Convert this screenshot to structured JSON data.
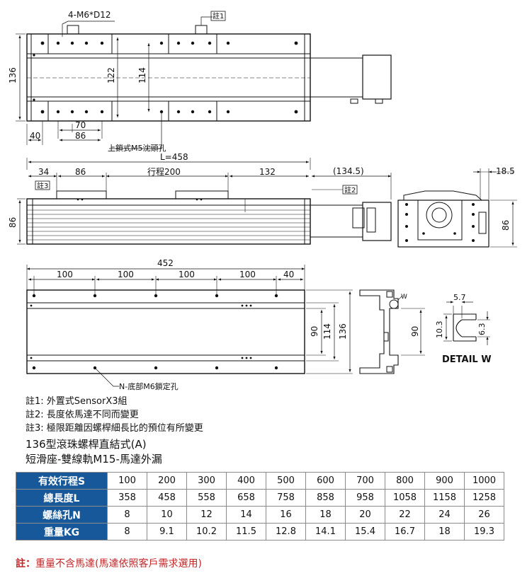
{
  "dims": {
    "top_label_holes": "4-M6*D12",
    "note1_tag": "註1",
    "h136": "136",
    "h122": "122",
    "h114": "114",
    "d70": "70",
    "d86": "86",
    "d40": "40",
    "m5_label": "上鎖式M5沈頭孔",
    "length_label": "L=458",
    "s34": "34",
    "s86": "86",
    "stroke_label": "行程200",
    "s132": "132",
    "s1345": "(134.5)",
    "note3_tag": "註3",
    "note2_tag": "註2",
    "h86_side": "86",
    "e185": "18.5",
    "h86_end": "86",
    "b452": "452",
    "b100a": "100",
    "b100b": "100",
    "b100c": "100",
    "b100d": "100",
    "b40": "40",
    "p90": "90",
    "p114": "114",
    "p136": "136",
    "w90": "90",
    "w_mark": "W",
    "dw57": "5.7",
    "dw103": "10.3",
    "dw63": "6.3",
    "detail_label": "DETAIL W",
    "bottom_hole_label": "N-底部M6鎖定孔"
  },
  "notes": [
    "註1: 外置式SensorX3組",
    "註2: 長度依馬達不同而變更",
    "註3: 極限距離因螺桿細長比的預位有所變更"
  ],
  "title_line1": "136型滾珠螺桿直結式(A)",
  "title_line2": "短滑座-雙線軌M15-馬達外漏",
  "table": {
    "rows": [
      {
        "label": "有效行程S",
        "values": [
          "100",
          "200",
          "300",
          "400",
          "500",
          "600",
          "700",
          "800",
          "900",
          "1000"
        ]
      },
      {
        "label": "總長度L",
        "values": [
          "358",
          "458",
          "558",
          "658",
          "758",
          "858",
          "958",
          "1058",
          "1158",
          "1258"
        ]
      },
      {
        "label": "螺絲孔N",
        "values": [
          "8",
          "10",
          "12",
          "14",
          "16",
          "18",
          "20",
          "22",
          "24",
          "26"
        ]
      },
      {
        "label": "重量KG",
        "values": [
          "8",
          "9.1",
          "10.2",
          "11.5",
          "12.8",
          "14.1",
          "15.4",
          "16.7",
          "18",
          "19.3"
        ]
      }
    ]
  },
  "footer_prefix": "註：",
  "footer_text": "重量不含馬達(馬達依照客戶需求選用)"
}
